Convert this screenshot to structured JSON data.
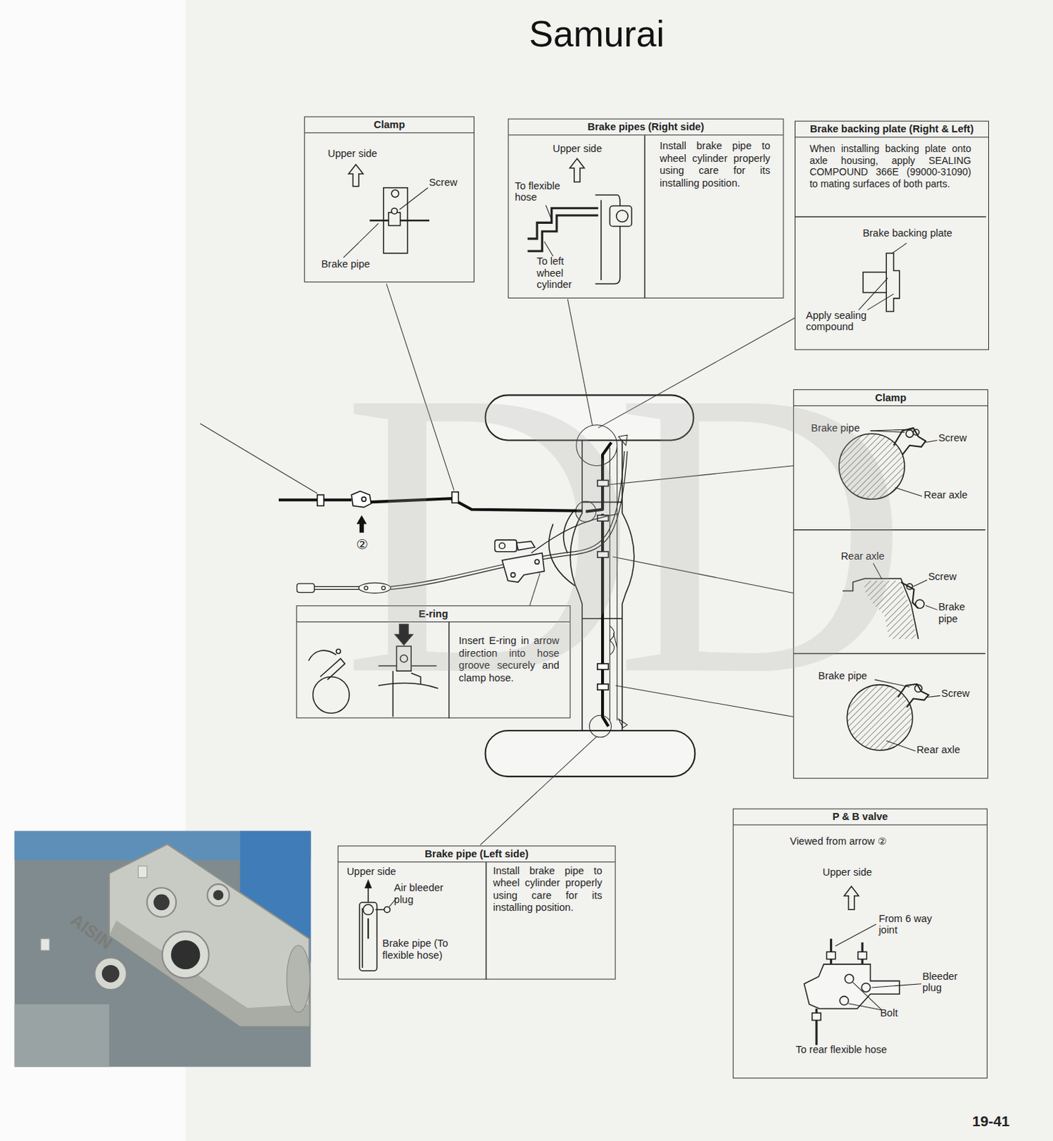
{
  "diagram": {
    "title": "Samurai",
    "nodes": [
      {
        "text": [
          "Clamp",
          "Upper side",
          "Screw",
          "Brake pipe"
        ]
      },
      {
        "text": [
          "Brake pipes (Right side)",
          "Upper side",
          "To flexible hose",
          "To left wheel cylinder",
          "Install brake pipe to wheel cylinder properly using care for its installing position."
        ]
      },
      {
        "text": [
          "Brake backing plate (Right & Left)",
          "When installing backing plate onto axle housing, apply SEALING COMPOUND 366E (99000-31090) to mating surfaces of both parts.",
          "Brake backing plate",
          "Apply sealing compound"
        ]
      },
      {
        "text": [
          "Clamp",
          "Brake pipe",
          "Screw",
          "Rear axle",
          "Rear axle",
          "Screw",
          "Brake pipe",
          "Brake pipe",
          "Screw",
          "Rear axle"
        ]
      },
      {
        "text": [
          "E-ring",
          "Insert E-ring in arrow direction into hose groove securely and clamp hose."
        ]
      },
      {
        "text": [
          "Brake pipe (Left side)",
          "Upper side",
          "Air bleeder plug",
          "Brake pipe (To flexible hose)",
          "Install brake pipe to wheel cylinder properly using care for its installing position."
        ]
      },
      {
        "text": [
          "P & B valve",
          "Viewed from arrow ②",
          "Upper side",
          "From 6 way joint",
          "Bleeder plug",
          "Bolt",
          "To rear flexible hose"
        ]
      }
    ],
    "labels": [
      "②",
      "AISIN",
      "DD",
      "19-41"
    ]
  }
}
